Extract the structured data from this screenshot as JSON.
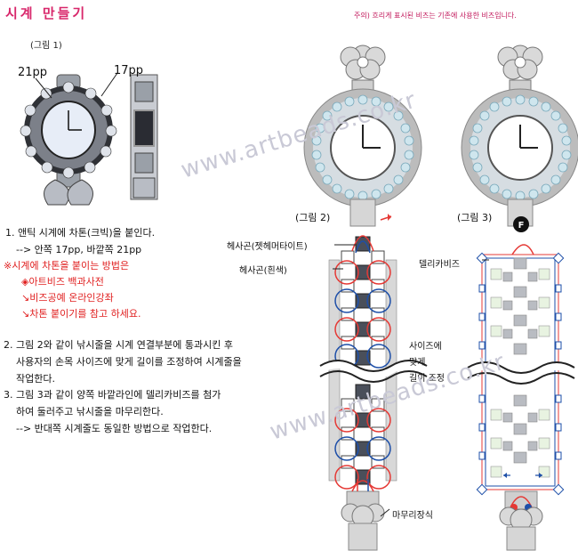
{
  "title": "시계 만들기",
  "note": "주의) 흐리게 표시된 비즈는 기존에 사용한 비즈입니다.",
  "figure1": {
    "caption": "(그림 1)",
    "label_left": "21pp",
    "label_right": "17pp"
  },
  "steps": {
    "s1_line1": "1. 앤틱 시계에 차톤(크빅)을 붙인다.",
    "s1_line2": "--> 안쪽 17pp, 바깥쪽 21pp",
    "s1_red1": "※시계에 차톤을 붙이는 방법은",
    "s1_red2": "◈아트비즈 백과사전",
    "s1_red3": "↘비즈공예 온라인강좌",
    "s1_red4": "↘차톤 붙이기를 참고 하세요.",
    "s2_line1": "2. 그림 2와 같이 낚시줄을 시계 연결부분에 통과시킨 후",
    "s2_line2": "사용자의 손목 사이즈에 맞게 길이를 조정하여 시계줄을",
    "s2_line3": "작업한다.",
    "s3_line1": "3. 그림 3과 같이 양쪽 바깥라인에 델리카비즈를 첨가",
    "s3_line2": "하여 둘러주고 낚시줄을 마무리한다.",
    "s3_line3": "--> 반대쪽 시계줄도 동일한 방법으로 작업한다."
  },
  "figure2": {
    "caption": "(그림 2)",
    "label_jet": "헤사곤(젯헤머타이트)",
    "label_white": "헤사곤(흰색)",
    "label_size1": "사이즈에",
    "label_size2": "맞게",
    "label_size3": "길이 조정",
    "label_finish": "마무리장식"
  },
  "figure3": {
    "caption": "(그림 3)",
    "label_delica": "델리카비즈",
    "start_marker": "F"
  },
  "watermark": "www.artbeads.co.kr",
  "colors": {
    "title": "#d8276b",
    "red_note": "#e02020",
    "thread_red": "#e53935",
    "thread_blue": "#1e4fa8",
    "hematite": "#4a4f5a",
    "crystal": "#cfe6ee"
  }
}
